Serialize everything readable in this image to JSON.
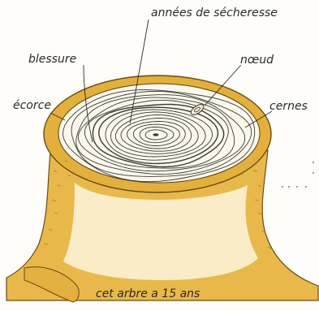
{
  "labels": {
    "secheresse": "années de sécheresse",
    "blessure": "blessure",
    "noeud": "nœud",
    "ecorce": "écorce",
    "cernes": "cernes"
  },
  "caption": "cet arbre a 15 ans",
  "colors": {
    "bark": "#e2b03c",
    "bark_dark": "#c88e22",
    "wood": "#fbf7ea",
    "ring": "#3a3a3a",
    "ink": "#2a2a2a"
  },
  "rings": {
    "count": 15
  }
}
